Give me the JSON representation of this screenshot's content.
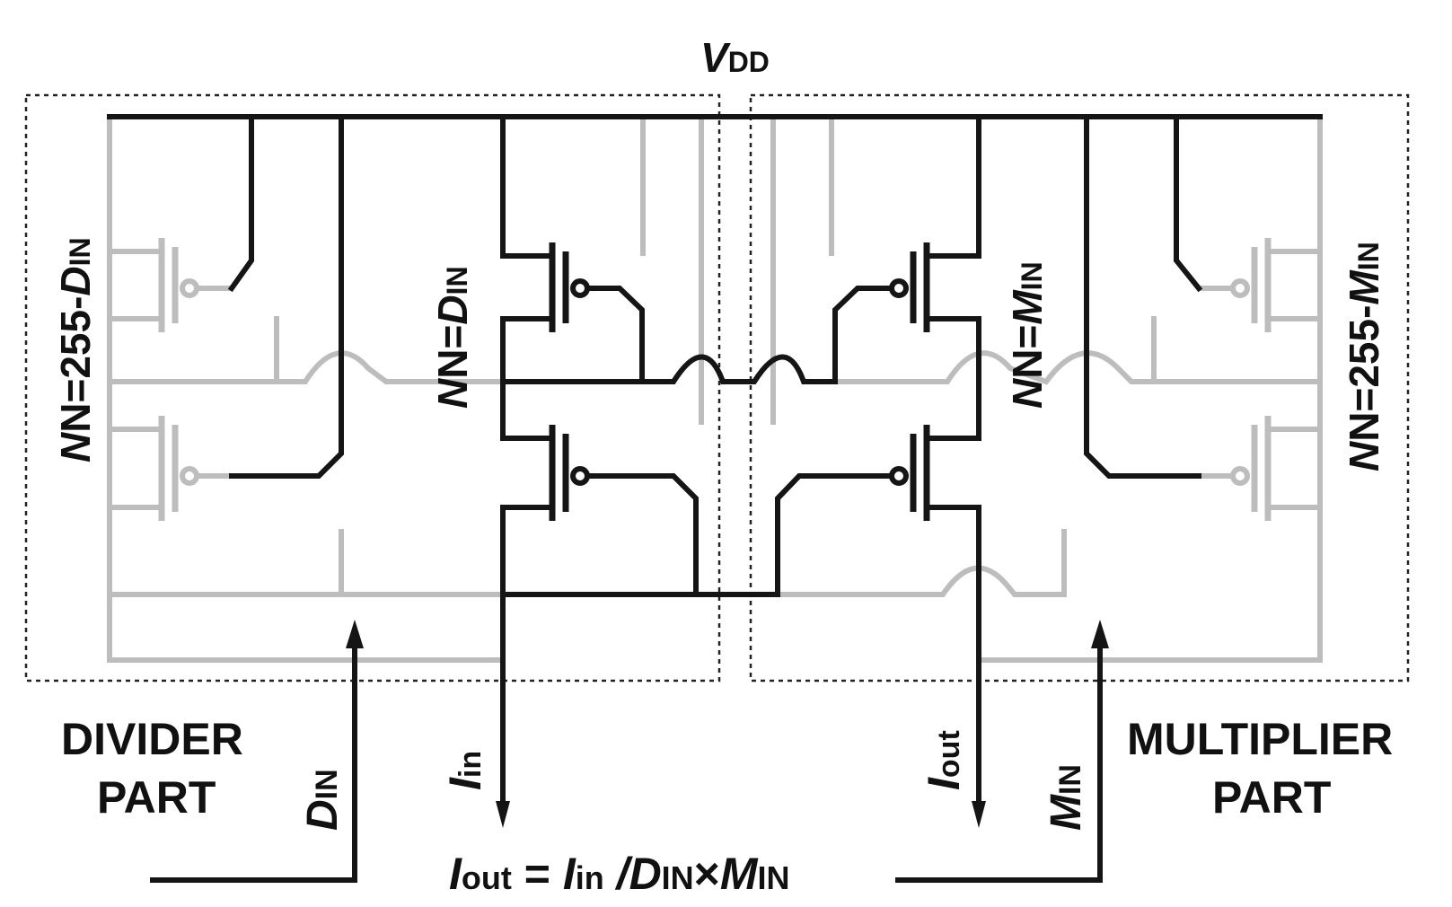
{
  "supply_label": {
    "main": "V",
    "sub": "DD"
  },
  "left_section": {
    "line1": "DIVIDER",
    "line2": "PART"
  },
  "right_section": {
    "line1": "MULTIPLIER",
    "line2": "PART"
  },
  "left_array_count": {
    "prefix": "N=255-",
    "var": "D",
    "sub": "IN"
  },
  "left_mirror_count": {
    "prefix": "N=",
    "var": "D",
    "sub": "IN"
  },
  "right_mirror_count": {
    "prefix": "N=",
    "var": "M",
    "sub": "IN"
  },
  "right_array_count": {
    "prefix": "N=255-",
    "var": "M",
    "sub": "IN"
  },
  "input_current": {
    "main": "I",
    "sub": "in"
  },
  "output_current": {
    "main": "I",
    "sub": "out"
  },
  "divider_input": {
    "main": "D",
    "sub": "IN"
  },
  "multiplier_input": {
    "main": "M",
    "sub": "IN"
  },
  "equation": {
    "t1": "I",
    "t1s": "out",
    "eq": " = ",
    "t2": "I",
    "t2s": "in",
    "slash": " /",
    "t3": "D",
    "t3s": "IN",
    "times": "×",
    "t4": "M",
    "t4s": "IN"
  }
}
